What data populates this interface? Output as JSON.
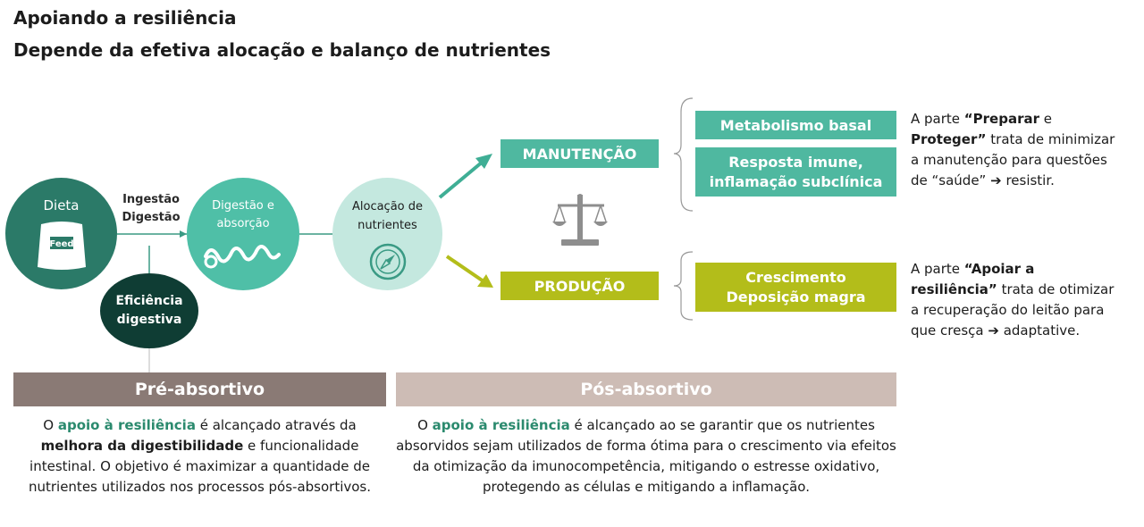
{
  "header": {
    "title": "Apoiando a resiliência",
    "subtitle": "Depende da efetiva alocação e balanço de nutrientes"
  },
  "flow": {
    "dieta": "Dieta",
    "feed_label": "Feed",
    "ingestao": "Ingestão",
    "digestao": "Digestão",
    "eficiencia_l1": "Eficiência",
    "eficiencia_l2": "digestiva",
    "dig_abs_l1": "Digestão e",
    "dig_abs_l2": "absorção",
    "aloc_l1": "Alocação de",
    "aloc_l2": "nutrientes"
  },
  "branches": {
    "manutencao": "MANUTENÇÃO",
    "producao": "PRODUÇÃO",
    "metabolismo": "Metabolismo basal",
    "resposta_l1": "Resposta imune,",
    "resposta_l2": "inflamação subclínica",
    "crescimento_l1": "Crescimento",
    "crescimento_l2": "Deposição magra"
  },
  "notes": {
    "n1_a": "A parte ",
    "n1_b": "“Preparar",
    "n1_c": " e ",
    "n1_d": "Proteger”",
    "n1_e": " trata de minimizar a manutenção para questões de “saúde” ",
    "n1_arrow": "➔",
    "n1_f": " resistir.",
    "n2_a": "A parte ",
    "n2_b": "“Apoiar a resiliência”",
    "n2_c": " trata de otimizar a recuperação do leitão para que cresça ",
    "n2_arrow": "➔",
    "n2_d": " adaptative."
  },
  "phases": {
    "pre": "Pré-absortivo",
    "pos": "Pós-absortivo",
    "pre_desc": {
      "a": "O ",
      "b": "apoio à resiliência",
      "c": " é alcançado através da ",
      "d": "melhora da digestibilidade",
      "e": " e funcionalidade intestinal. O objetivo é maximizar a quantidade de nutrientes utilizados nos processos pós-absortivos."
    },
    "pos_desc": {
      "a": "O ",
      "b": "apoio à resiliência",
      "c": " é alcançado ao se garantir que os nutrientes absorvidos sejam utilizados de forma ótima para o crescimento via efeitos da otimização da imunocompetência, mitigando o estresse oxidativo, protegendo as células e mitigando a inflamação."
    }
  },
  "colors": {
    "teal": "#4fb8a0",
    "dark_teal": "#2b7a68",
    "dark_green": "#0f3d34",
    "light_teal": "#c4e8df",
    "olive": "#b3bd1a",
    "pre_band": "#8a7a75",
    "pos_band": "#cdbcb5",
    "highlight": "#2b8a6e"
  }
}
